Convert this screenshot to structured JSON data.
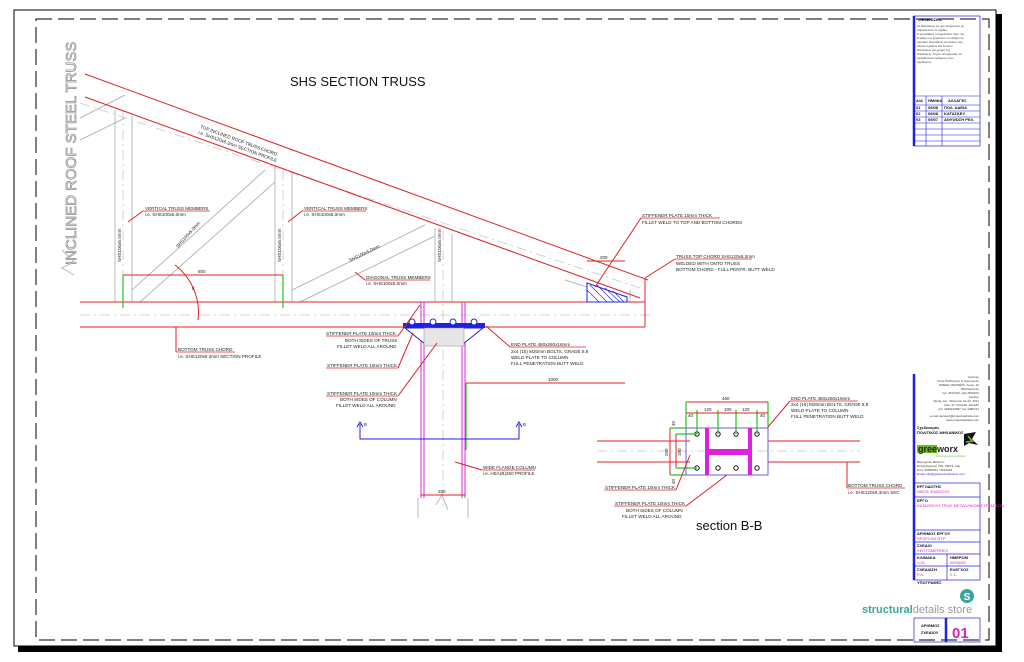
{
  "drawing": {
    "title": "SHS SECTION TRUSS",
    "side_title": "INCLINED ROOF STEEL TRUSS",
    "section_title": "section B-B",
    "section_mark": "B",
    "labels": {
      "top_chord": [
        "TOP INCLINED ROOF TRUSS CHORD",
        "i.e. SHS120x6.3mm SECTION PROFILE"
      ],
      "vertical_1": [
        "VERTICAL TRUSS MEMBERS",
        "i.e. SHS100x5.0mm"
      ],
      "vertical_2": [
        "VERTICAL TRUSS MEMBERS",
        "i.e. SHS100x5.0mm"
      ],
      "diagonal": [
        "DIAGONAL TRUSS MEMBERS",
        "i.e. SHS100x5.0mm"
      ],
      "member_tag_vertical": "SHS100x5.0mm",
      "member_tag_diagonal": "SHS100x5.0mm",
      "stiffener_top": [
        "STIFFENER PLATE 10mm THICK",
        "FILLET WELD TO TOP AND BOTTOM CHORDS"
      ],
      "truss_top_chord": [
        "TRUSS TOP CHORD SHS120x6.3mm",
        "WELDED WITH ONTO TRUSS",
        "BOTTOM CHORD - FULL PENTR. BUTT WELD"
      ],
      "bottom_chord": [
        "BOTTOM TRUSS CHORD",
        "i.e. SHS120x6.3mm SECTION PROFILE"
      ],
      "stiff_truss": [
        "STIFFENER PLATE 10mm THICK",
        "BOTH SIDES OF TRUSS",
        "FILLET WELD ALL AROUND"
      ],
      "stiff_plain": [
        "STIFFENER PLATE 10mm THICK"
      ],
      "stiff_column": [
        "STIFFENER PLATE 10mm THICK",
        "BOTH SIDES OF COLUMN",
        "FILLET WELD ALL AROUND"
      ],
      "end_plate": [
        "END PLATE 460x260x16mm",
        "2x4 (16) M20mm BOLTS, GRADE 8.8",
        "WELD PLATE TO COLUMN",
        "FULL PENETRATION BUTT WELD"
      ],
      "column": [
        "WIDE FLANGE COLUMN",
        "i.e. HEA(B)260 PROFILE"
      ],
      "bb_end_plate": [
        "END PLATE 460x260x16mm",
        "2x4 (16) M20mm BOLTS, GRADE 8.8",
        "WELD PLATE TO COLUMN",
        "FULL PENETRATION BUTT WELD"
      ],
      "bb_stiff_1": [
        "STIFFENER PLATE 10mm THICK"
      ],
      "bb_stiff_2": [
        "STIFFENER PLATE 10mm THICK",
        "BOTH SIDES OF COLUMN",
        "FILLET WELD ALL AROUND"
      ],
      "bb_bottom_chord": [
        "BOTTOM TRUSS CHORD",
        "i.e. SHS120x6.3mm SEC"
      ]
    },
    "dimensions": {
      "bay": "800",
      "angle": "8",
      "stiffener": "200",
      "column_offset": "1000",
      "column_width": "250",
      "plate_width": "460",
      "bolt_spacing": [
        "40",
        "120",
        "100",
        "120",
        "40"
      ],
      "plate_height": "260",
      "bolt_vertical": [
        "40",
        "180",
        "40"
      ]
    }
  },
  "title_block": {
    "notes_heading": "ΣΗΜΕΙΩΣΕΙΣ",
    "notes_text": [
      "Οι διαστάσεις να μην μετρούνται με",
      "κλίμακα από το σχέδιο.",
      "Ο εργολάβος υποχρεούται πριν την",
      "έναρξη των εργασιών να ελέγξει τις",
      "σχετικές διαστάσεις και αλλων των",
      "άλλων σχεδίων και λοιπών",
      "διατάσεων για χρήση της",
      "Οικοδομής. Τυχόν ασυμφωνίες να",
      "αναφέρονται εγκαίρως στον",
      "σχεδιαστή."
    ],
    "revisions_header": [
      "Α/Α",
      "ΗΜ/ΝΙΑ",
      "ΑΛΛΑΓΕΣ"
    ],
    "revisions": [
      [
        "01",
        "05/08",
        "ΠΟΛ. ΑΔΕΙΑ"
      ],
      [
        "02",
        "08/08",
        "ΚΑΤΑΣΚΕΥ"
      ],
      [
        "03",
        "09/07",
        "ΑΝΥΨΩΣΗ ΡΕΛ."
      ]
    ],
    "office_text": [
      "Αγιασός",
      "Γιατρί Παθόλογος & Χειρουργός",
      "GREEK CENTERS, Λεωφ. 22",
      "3000 Αγιασός",
      "τηλ. 2571010, φαξ 2510672",
      "Λέσβος",
      "Νικηφ. Αντ. Ψαλιώτου 41-23, 4017",
      "Θεσ. 47, Χαλκίδα, Ελλάδα",
      "τηλ. 2490212587, fax 2480721"
    ],
    "office_contact": [
      "e-mail: aproject@projectwebsite.com",
      "www.projectwebsite.com"
    ],
    "designer_heading": [
      "Σχεδιασμός",
      "ΠΟΛΙΤΙΚΟΣ ΜΗΧΑΝΙΚΟΣ"
    ],
    "logo_text": "greeworx",
    "logo_sub": "civil engineering solutions",
    "designer_text": [
      "Βιομηχανία Μελετών",
      "Επαγγελματική 70Α, 49673, Λαμ",
      "Ζωή: 99669234 / 2814234",
      "Email: info@greeworxsolutions.com"
    ],
    "fields": [
      {
        "label": "ΕΡΓΟΔΟΤΗΣ",
        "value": "ΝΙΚΟΣ ΦΑΝΟΣΗΣ"
      },
      {
        "label": "ΕΡΓΟ",
        "value": "ΚΑΤΑΣΚΕΥΗ ΤΡΙΑΣ ΜΕΤΑΛΛΙΚΩΝ ΣΤΕΓΑΣΕΩΝ"
      },
      {
        "label": "ΑΡΙΘΜΟΣ ΕΡΓΟΥ",
        "value": "SPSP2-B3-RTP"
      },
      {
        "label": "ΣΧΕΔΙΟ",
        "value": "ΛΕΠΤΟΜΕΡΕΙΕΣ"
      }
    ],
    "grid_fields": [
      {
        "label": "ΚΛΙΜΑΚΑ",
        "value": "1:20"
      },
      {
        "label": "ΗΜΕΡΟΜ",
        "value": "05/06/08"
      },
      {
        "label": "ΣΧΕΔΙΑΣΗ",
        "value": "Ρ.Δ."
      },
      {
        "label": "ΕΛΕΓΧΟΣ",
        "value": "Σ.Σ."
      }
    ],
    "signatures": "ΥΠΟΓΡΑΦΕΣ",
    "brand_bold": "structural",
    "brand_rest": "details store",
    "brand_icon_letter": "S",
    "sheet_label": [
      "ΑΡΙΘΜΟΣ",
      "ΣΧΕΔΙΟΥ"
    ],
    "sheet_number": "01"
  },
  "colors": {
    "accent_red": "#e02020",
    "magenta": "#e020e0",
    "blue": "#2020e0",
    "green": "#20c020",
    "brand_teal": "#3aa59a"
  }
}
